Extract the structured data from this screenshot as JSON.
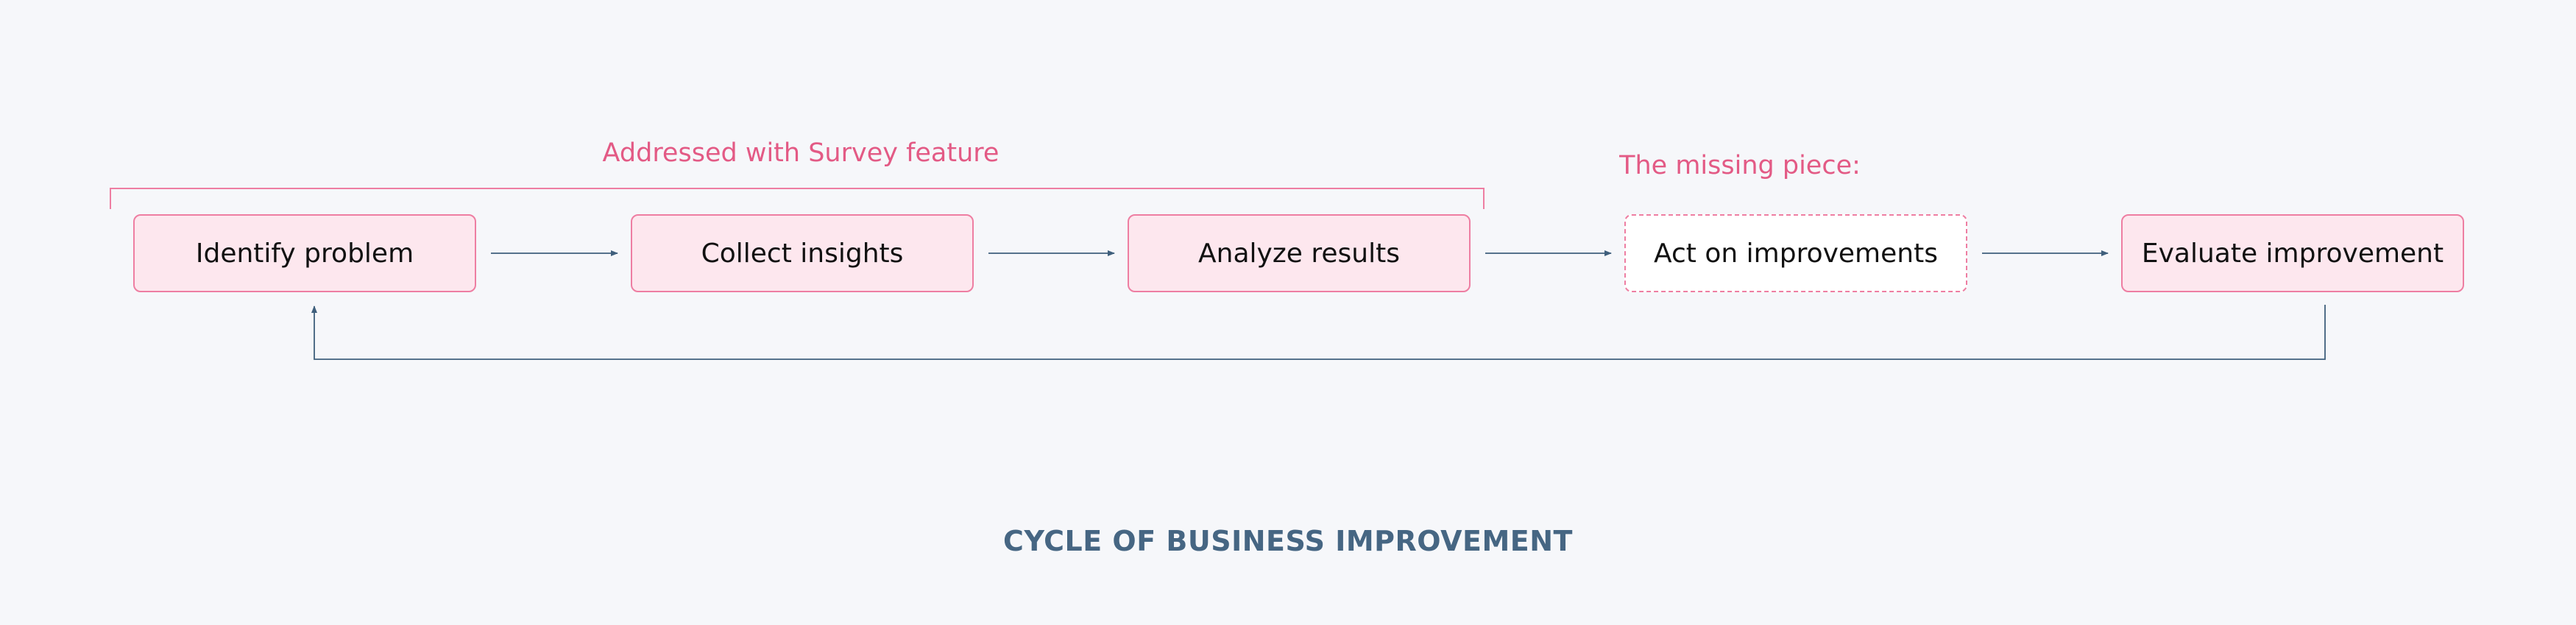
{
  "steps": [
    {
      "label": "Identify problem",
      "style": "filled"
    },
    {
      "label": "Collect insights",
      "style": "filled"
    },
    {
      "label": "Analyze results",
      "style": "filled"
    },
    {
      "label": "Act on improvements",
      "style": "dashed"
    },
    {
      "label": "Evaluate improvement",
      "style": "filled"
    }
  ],
  "annotations": {
    "survey_group": "Addressed with Survey feature",
    "missing_piece": "The missing piece:"
  },
  "title": "CYCLE OF BUSINESS IMPROVEMENT",
  "colors": {
    "background": "#f6f7fa",
    "accent_pink": "#ee7ea2",
    "annotation_pink": "#e35a85",
    "box_fill": "#fde7ee",
    "arrow_blue": "#3f5f7c",
    "title_blue": "#466683"
  }
}
